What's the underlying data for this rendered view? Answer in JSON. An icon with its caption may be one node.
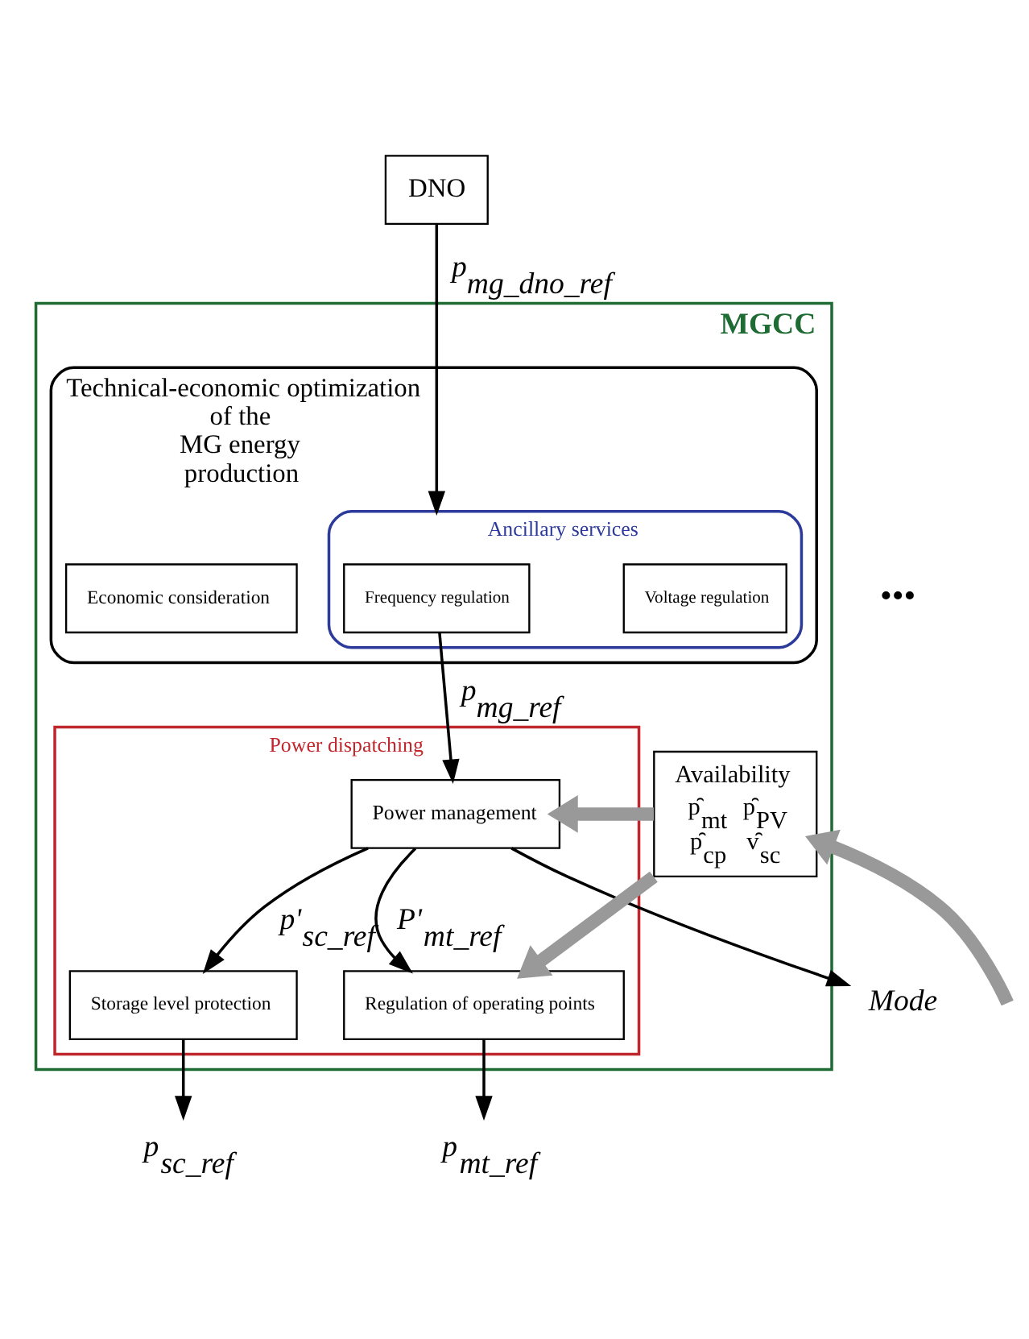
{
  "diagram": {
    "nodes": [
      {
        "text": [
          "DNO"
        ]
      },
      {
        "text": [
          "MGCC"
        ]
      },
      {
        "text": [
          "Technical-economic optimization of the MG energy production"
        ],
        "in": 1
      },
      {
        "text": [
          "Ancillary services"
        ],
        "in": 2
      },
      {
        "text": [
          "Frequency regulation"
        ],
        "in": 3
      },
      {
        "text": [
          "Voltage regulation"
        ],
        "in": 3
      },
      {
        "text": [
          "Economic consideration"
        ],
        "in": 2
      },
      {
        "text": [
          "Power dispatching"
        ],
        "in": 1
      },
      {
        "text": [
          "Power management"
        ],
        "in": 7
      },
      {
        "text": [
          "Regulation of operating points"
        ],
        "in": 7
      },
      {
        "text": [
          "Storage level protection"
        ],
        "in": 7
      },
      {
        "text": [
          "Availability",
          "p̑$_{mt}$ p̑$_{PV}$ p̑$_{cp}$ v̑$_{sc}$"
        ],
        "in": 1
      },
      {
        "text": [
          "Mode"
        ]
      },
      {
        "text": [
          "p$_{mt_ref}$"
        ]
      },
      {
        "text": [
          "p$_{sc_ref}$"
        ]
      }
    ],
    "edges": [
      {
        "from": 0,
        "to": 3,
        "arrow": "to",
        "label": "p$_{mg_dno_ref}$"
      },
      {
        "from": 4,
        "to": 8,
        "arrow": "to",
        "label": "p$_{mg_ref}$"
      },
      {
        "from": 8,
        "to": 12,
        "arrow": "to"
      },
      {
        "from": 8,
        "to": 9,
        "arrow": "to",
        "label": "P'$_{mt_ref}$"
      },
      {
        "from": 8,
        "to": 10,
        "arrow": "to",
        "label": "p'$_{sc_ref}$"
      },
      {
        "from": 9,
        "to": 13,
        "arrow": "to"
      },
      {
        "from": 10,
        "to": 14,
        "arrow": "to"
      },
      {
        "from": 11,
        "to": 8,
        "arrow": "to",
        "style": "thick",
        "color": "#999999"
      },
      {
        "from": 11,
        "to": 9,
        "arrow": "to",
        "style": "thick",
        "color": "#999999"
      },
      {
        "from": null,
        "to": 11,
        "arrow": "to",
        "style": "thick",
        "color": "#999999"
      }
    ],
    "labels": [
      "•••"
    ]
  }
}
